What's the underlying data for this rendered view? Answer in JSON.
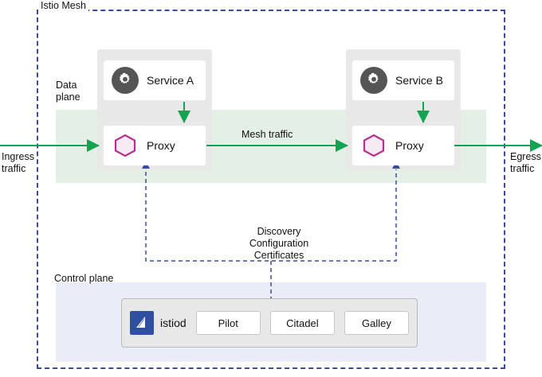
{
  "diagram": {
    "title": "Istio Mesh",
    "mesh_label": "Istio Mesh",
    "data_plane_label": "Data\nplane",
    "data_plane_label_line1": "Data",
    "data_plane_label_line2": "plane",
    "control_plane_label": "Control plane",
    "mesh_traffic_label": "Mesh traffic",
    "ingress_label_line1": "Ingress",
    "ingress_label_line2": "traffic",
    "egress_label_line1": "Egress",
    "egress_label_line2": "traffic",
    "discovery_label_line1": "Discovery",
    "discovery_label_line2": "Configuration",
    "discovery_label_line3": "Certificates"
  },
  "services": [
    {
      "id": "a",
      "name": "Service A",
      "proxy": "Proxy",
      "icon": "gear-icon",
      "proxy_icon": "hexagon-icon"
    },
    {
      "id": "b",
      "name": "Service B",
      "proxy": "Proxy",
      "icon": "gear-icon",
      "proxy_icon": "hexagon-icon"
    }
  ],
  "control_plane": {
    "istiod_label": "istiod",
    "logo_icon": "istio-sail-icon",
    "components": [
      {
        "label": "Pilot"
      },
      {
        "label": "Citadel"
      },
      {
        "label": "Galley"
      }
    ]
  },
  "colors": {
    "mesh_border": "#3b4a9c",
    "traffic_arrow": "#13a452",
    "control_arrow": "#3b4a9c",
    "data_plane_band": "#e4f0e6",
    "control_plane_band": "#eaedf7",
    "group_box": "#e8e8e8",
    "gear_circle": "#555555",
    "hexagon": "#b5308c",
    "istiod_logo": "#2f4fa0"
  }
}
